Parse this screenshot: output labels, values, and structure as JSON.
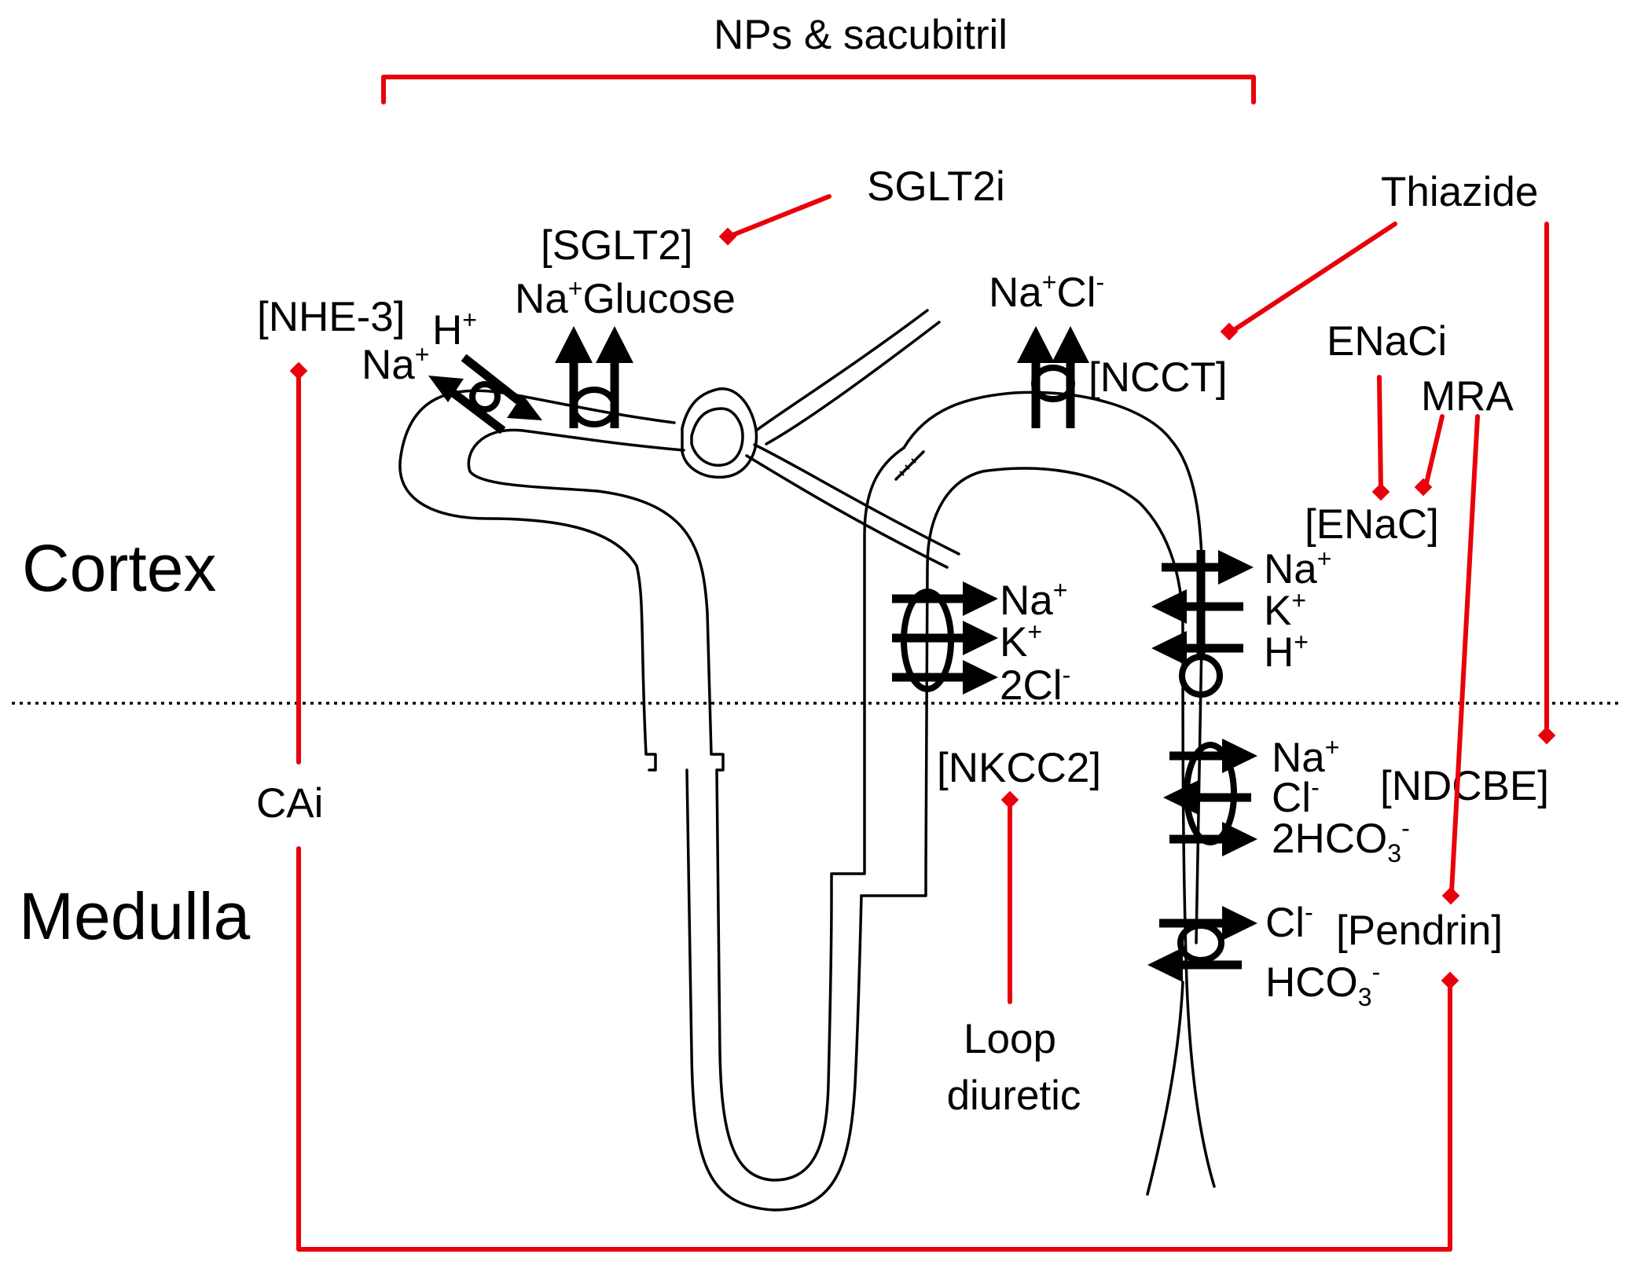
{
  "title": "NPs & sacubitril",
  "zones": {
    "cortex": "Cortex",
    "medulla": "Medulla"
  },
  "drugs": {
    "sglt2i": "SGLT2i",
    "thiazide": "Thiazide",
    "enaci": "ENaCi",
    "mra": "MRA",
    "cai": "CAi",
    "loop_line1": "Loop",
    "loop_line2": "diuretic"
  },
  "transporters": {
    "nhe3": "[NHE-3]",
    "sglt2": "[SGLT2]",
    "ncct": "[NCCT]",
    "enac": "[ENaC]",
    "nkcc2": "[NKCC2]",
    "ndcbe": "[NDCBE]",
    "pendrin": "[Pendrin]"
  },
  "ions": {
    "na": "Na",
    "h": "H",
    "k": "K",
    "cl": "Cl",
    "two_cl": "2Cl",
    "glucose": "Glucose",
    "two_hco": "2HCO",
    "hco": "HCO",
    "sub3": "3",
    "plus": "+",
    "minus": "-"
  },
  "colors": {
    "inhibition": "#e8000b",
    "structure": "#000000",
    "background": "#ffffff"
  }
}
